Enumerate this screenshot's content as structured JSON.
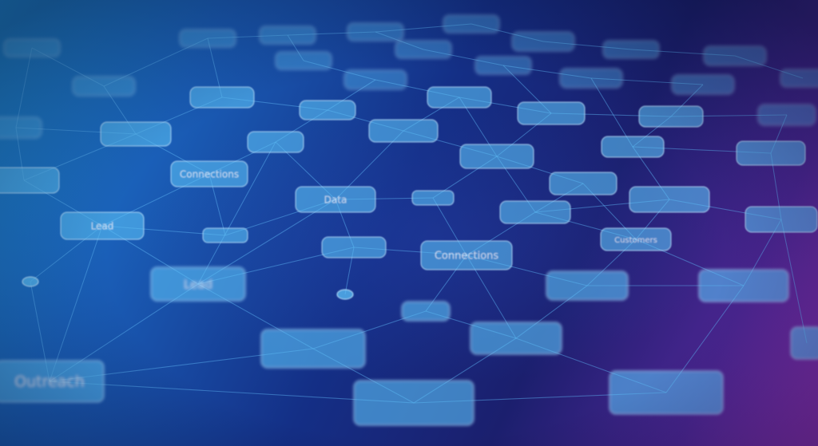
{
  "scene": {
    "description_colors": {
      "background_left": "#1f8fd6",
      "background_center": "#142f86",
      "background_right": "#8d2fb0",
      "node_fill": "#5cc0f7",
      "edge_color": "#5fb6f5"
    },
    "node_labels": [
      "Lead",
      "Data",
      "Connections",
      "Customers",
      "Outreach"
    ]
  }
}
